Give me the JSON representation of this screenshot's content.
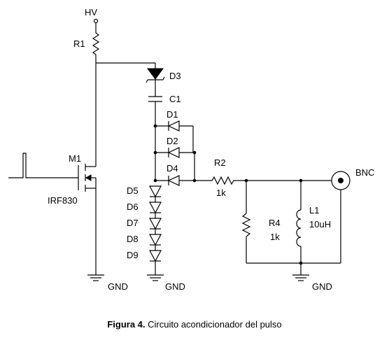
{
  "labels": {
    "hv": "HV",
    "r1": "R1",
    "d3": "D3",
    "c1": "C1",
    "d1": "D1",
    "d2": "D2",
    "d4": "D4",
    "r2": "R2",
    "r2_value": "1k",
    "bnc": "BNC",
    "m1": "M1",
    "irf830": "IRF830",
    "d5": "D5",
    "d6": "D6",
    "d7": "D7",
    "d8": "D8",
    "d9": "D9",
    "r4": "R4",
    "r4_value": "1k",
    "l1": "L1",
    "l1_value": "10uH",
    "gnd1": "GND",
    "gnd2": "GND",
    "gnd3": "GND"
  },
  "caption": {
    "bold": "Figura 4.",
    "text": "Circuito acondicionador del pulso"
  }
}
